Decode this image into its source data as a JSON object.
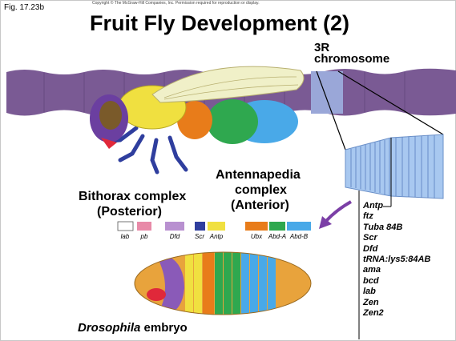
{
  "figure_label": "Fig. 17.23b",
  "copyright": "Copyright © The McGraw-Hill Companies, Inc. Permission required for reproduction or display.",
  "title": "Fruit Fly Development (2)",
  "chromosome_label": [
    "3R",
    "chromosome"
  ],
  "bithorax": {
    "name": "Bithorax complex",
    "region": "(Posterior)"
  },
  "antennapedia": {
    "name": [
      "Antennapedia",
      "complex"
    ],
    "region": "(Anterior)"
  },
  "bithorax_genes": [
    "lab",
    "pb",
    "Dfd",
    "Scr",
    "Antp"
  ],
  "antennapedia_genes": [
    "Ubx",
    "Abd-A",
    "Abd-B"
  ],
  "gene_list": [
    "Antp",
    "ftz",
    "Tuba 84B",
    "Scr",
    "Dfd",
    "tRNA:lys5:84AB",
    "ama",
    "bcd",
    "lab",
    "Zen",
    "Zen2"
  ],
  "caption": {
    "italic": "Drosophila",
    "rest": " embryo"
  },
  "colors": {
    "chromosome": "#7a5a94",
    "chromosome_band": "#9aa7d8",
    "fly_head": "#6b3fa0",
    "fly_eye": "#7a5a2a",
    "fly_thorax": "#f0e040",
    "fly_legs": "#2f3e9e",
    "seg_orange": "#e87c1a",
    "seg_green": "#2fa84f",
    "seg_blue": "#49a9e8",
    "zoom_box": "#a8c8f0",
    "arrow": "#7b3fa6"
  }
}
